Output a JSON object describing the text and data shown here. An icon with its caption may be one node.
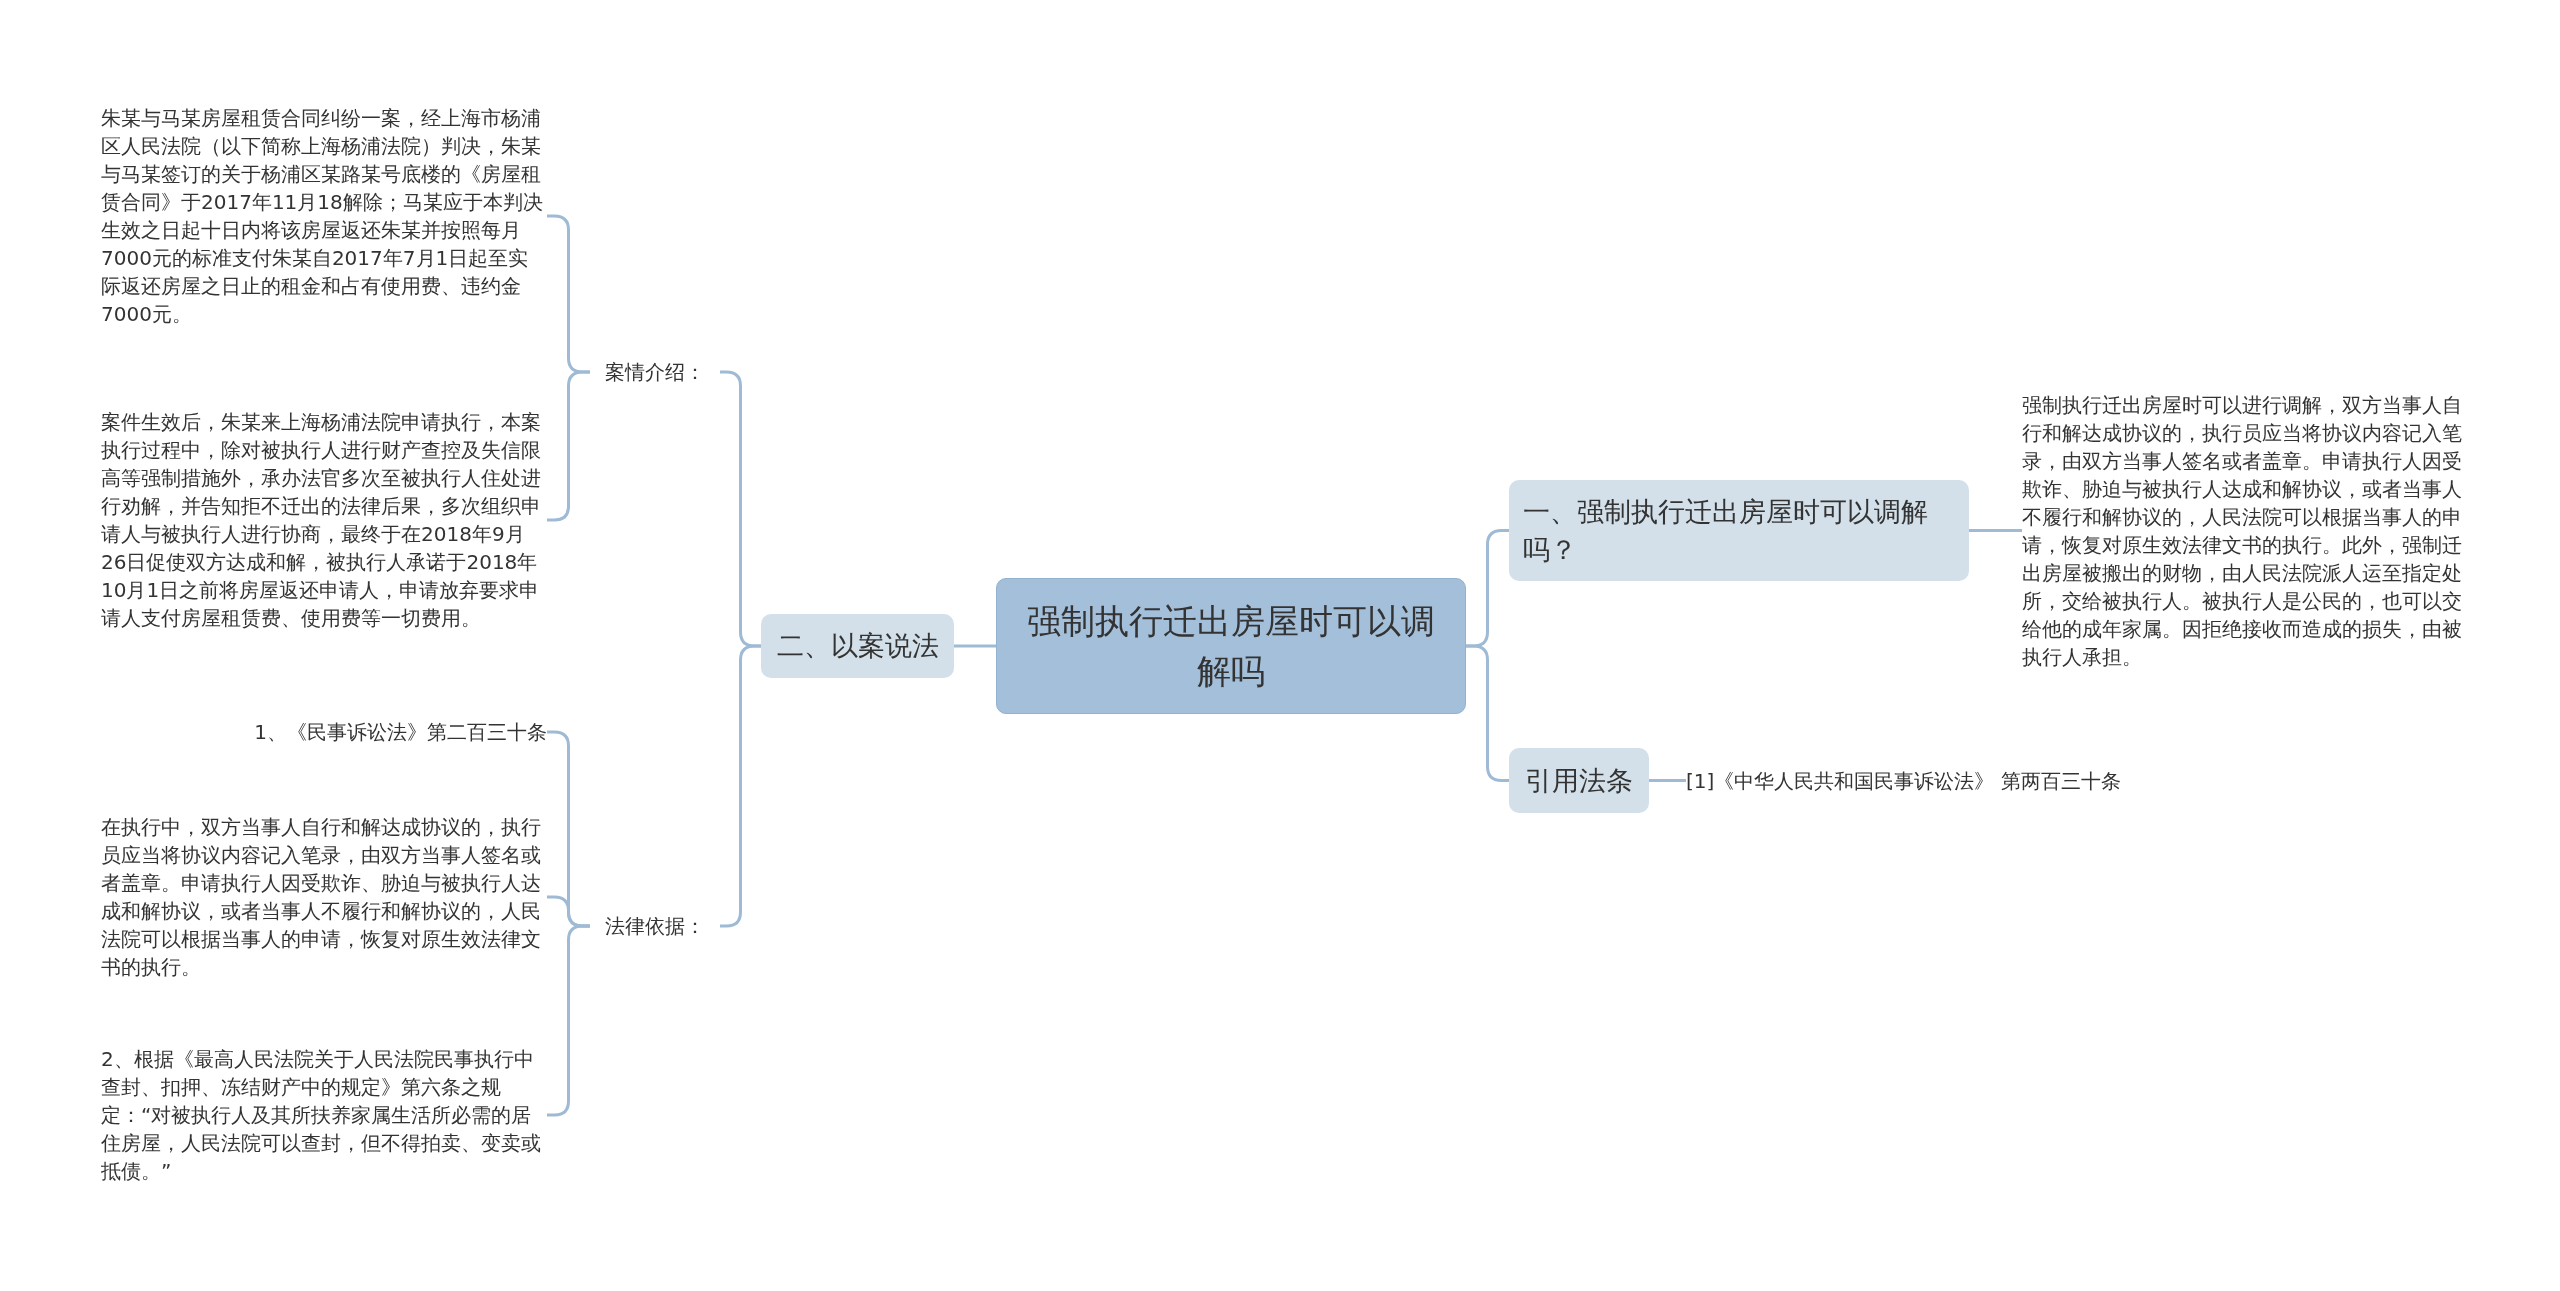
{
  "diagram": {
    "nodes": [
      {
        "text": [
          "强制执行迁出房屋时可以调解吗"
        ]
      },
      {
        "text": [
          "一、强制执行迁出房屋时可以调解吗？"
        ]
      },
      {
        "text": [
          "强制执行迁出房屋时可以进行调解，双方当事人自行和解达成协议的，执行员应当将协议内容记入笔录，由双方当事人签名或者盖章。申请执行人因受欺诈、胁迫与被执行人达成和解协议，或者当事人不履行和解协议的，人民法院可以根据当事人的申请，恢复对原生效法律文书的执行。此外，强制迁出房屋被搬出的财物，由人民法院派人运至指定处所，交给被执行人。被执行人是公民的，也可以交给他的成年家属。因拒绝接收而造成的损失，由被执行人承担。"
        ]
      },
      {
        "text": [
          "引用法条"
        ]
      },
      {
        "text": [
          "[1]《中华人民共和国民事诉讼法》 第两百三十条"
        ]
      },
      {
        "text": [
          "二、以案说法"
        ]
      },
      {
        "text": [
          "案情介绍："
        ]
      },
      {
        "text": [
          "朱某与马某房屋租赁合同纠纷一案，经上海市杨浦区人民法院（以下简称上海杨浦法院）判决，朱某与马某签订的关于杨浦区某路某号底楼的《房屋租赁合同》于2017年11月18解除；马某应于本判决生效之日起十日内将该房屋返还朱某并按照每月7000元的标准支付朱某自2017年7月1日起至实际返还房屋之日止的租金和占有使用费、违约金7000元。"
        ]
      },
      {
        "text": [
          "案件生效后，朱某来上海杨浦法院申请执行，本案执行过程中，除对被执行人进行财产查控及失信限高等强制措施外，承办法官多次至被执行人住处进行劝解，并告知拒不迁出的法律后果，多次组织申请人与被执行人进行协商，最终于在2018年9月26日促使双方达成和解，被执行人承诺于2018年10月1日之前将房屋返还申请人，申请放弃要求申请人支付房屋租赁费、使用费等一切费用。"
        ]
      },
      {
        "text": [
          "法律依据："
        ]
      },
      {
        "text": [
          "1、《民事诉讼法》第二百三十条"
        ]
      },
      {
        "text": [
          "在执行中，双方当事人自行和解达成协议的，执行员应当将协议内容记入笔录，由双方当事人签名或者盖章。申请执行人因受欺诈、胁迫与被执行人达成和解协议，或者当事人不履行和解协议的，人民法院可以根据当事人的申请，恢复对原生效法律文书的执行。"
        ]
      },
      {
        "text": [
          "2、根据《最高人民法院关于人民法院民事执行中查封、扣押、冻结财产中的规定》第六条之规定：“对被执行人及其所扶养家属生活所必需的居住房屋，人民法院可以查封，但不得拍卖、变卖或抵债。”"
        ]
      }
    ],
    "edges": [
      {
        "from": 0,
        "to": 1,
        "arrow": "none"
      },
      {
        "from": 1,
        "to": 2,
        "arrow": "none"
      },
      {
        "from": 0,
        "to": 3,
        "arrow": "none"
      },
      {
        "from": 3,
        "to": 4,
        "arrow": "none"
      },
      {
        "from": 0,
        "to": 5,
        "arrow": "none"
      },
      {
        "from": 5,
        "to": 6,
        "arrow": "none"
      },
      {
        "from": 6,
        "to": 7,
        "arrow": "none"
      },
      {
        "from": 6,
        "to": 8,
        "arrow": "none"
      },
      {
        "from": 5,
        "to": 9,
        "arrow": "none"
      },
      {
        "from": 9,
        "to": 10,
        "arrow": "none"
      },
      {
        "from": 9,
        "to": 11,
        "arrow": "none"
      },
      {
        "from": 9,
        "to": 12,
        "arrow": "none"
      }
    ]
  }
}
